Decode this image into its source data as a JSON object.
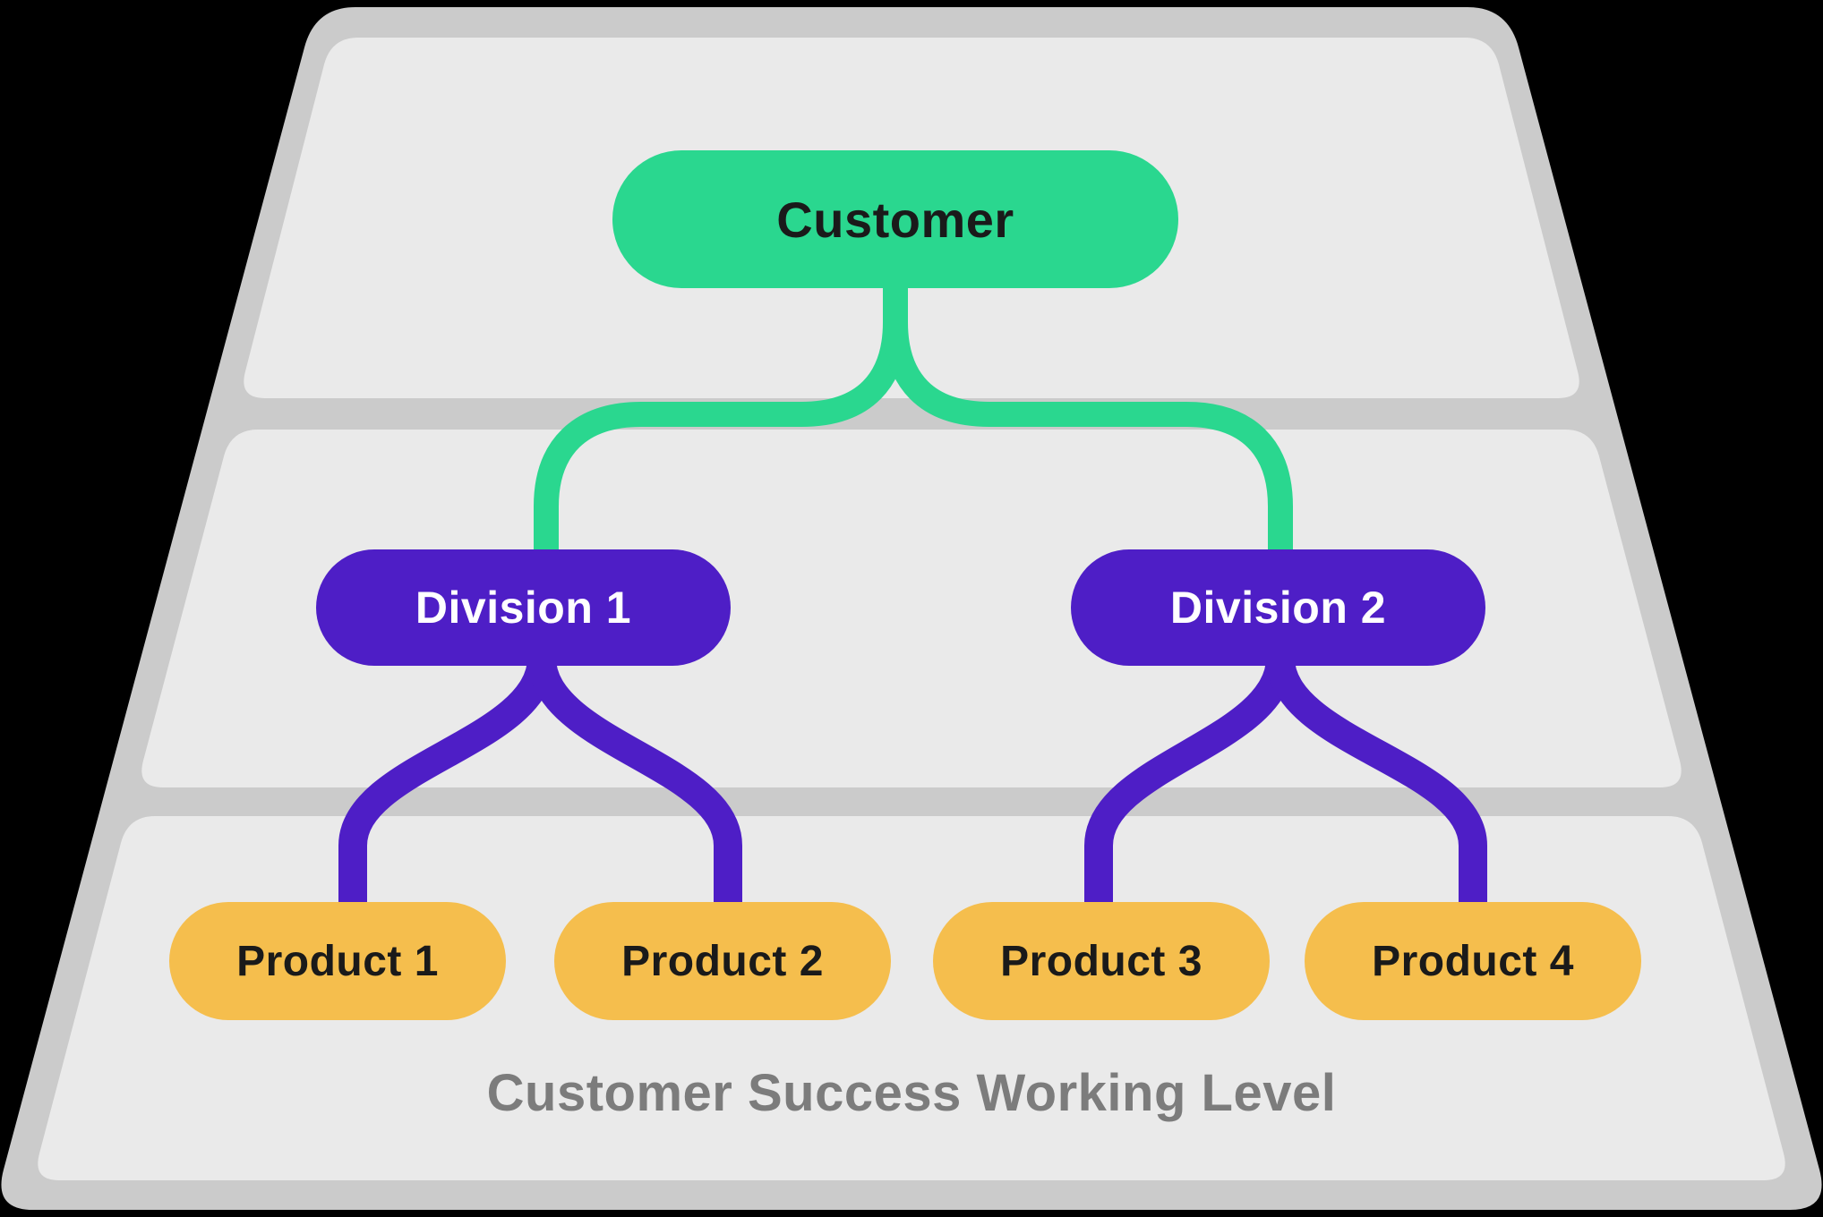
{
  "diagram_type": "org-hierarchy-pyramid",
  "caption": "Customer Success Working Level",
  "nodes": {
    "customer": {
      "label": "Customer"
    },
    "division1": {
      "label": "Division 1"
    },
    "division2": {
      "label": "Division 2"
    },
    "product1": {
      "label": "Product 1"
    },
    "product2": {
      "label": "Product 2"
    },
    "product3": {
      "label": "Product 3"
    },
    "product4": {
      "label": "Product 4"
    }
  },
  "levels": [
    {
      "index": 1,
      "nodes": [
        "Customer"
      ]
    },
    {
      "index": 2,
      "nodes": [
        "Division 1",
        "Division 2"
      ]
    },
    {
      "index": 3,
      "nodes": [
        "Product 1",
        "Product 2",
        "Product 3",
        "Product 4"
      ],
      "caption": "Customer Success Working Level"
    }
  ],
  "edges": [
    {
      "from": "Customer",
      "to": "Division 1",
      "color": "#2AD78F"
    },
    {
      "from": "Customer",
      "to": "Division 2",
      "color": "#2AD78F"
    },
    {
      "from": "Division 1",
      "to": "Product 1",
      "color": "#4E1EC6"
    },
    {
      "from": "Division 1",
      "to": "Product 2",
      "color": "#4E1EC6"
    },
    {
      "from": "Division 2",
      "to": "Product 3",
      "color": "#4E1EC6"
    },
    {
      "from": "Division 2",
      "to": "Product 4",
      "color": "#4E1EC6"
    }
  ],
  "colors": {
    "frame": "#CBCBCB",
    "panel": "#EAEAEA",
    "customer_fill": "#2AD78F",
    "division_fill": "#4E1EC6",
    "product_fill": "#F5BE4D",
    "connector_green": "#2AD78F",
    "connector_purple": "#4E1EC6",
    "caption_text": "#7C7C7C",
    "dark_text": "#1A1A1A",
    "light_text": "#FFFFFF",
    "background": "#000000"
  }
}
